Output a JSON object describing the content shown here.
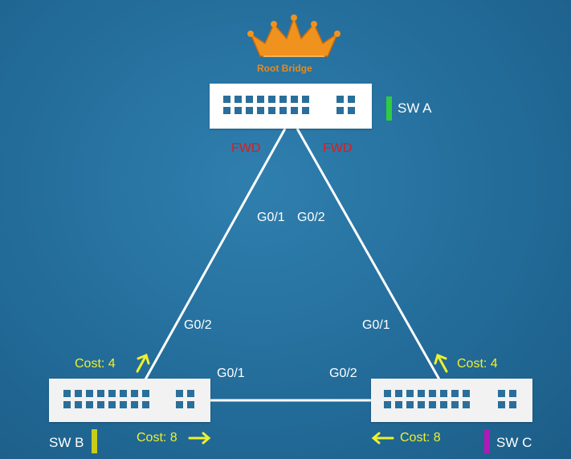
{
  "root_bridge": {
    "label": "Root Bridge",
    "crown_icon": "crown-icon",
    "color": "#e88a1c"
  },
  "switches": {
    "a": {
      "name": "SW A",
      "color": "#2ecc40"
    },
    "b": {
      "name": "SW B",
      "color": "#c8cc1a"
    },
    "c": {
      "name": "SW C",
      "color": "#b019b7"
    }
  },
  "ports": {
    "a_g01": "G0/1",
    "a_g02": "G0/2",
    "b_g02": "G0/2",
    "b_g01": "G0/1",
    "c_g01": "G0/1",
    "c_g02": "G0/2"
  },
  "states": {
    "a_g01": "FWD",
    "a_g02": "FWD"
  },
  "costs": {
    "b_to_a": "Cost: 4",
    "c_to_a": "Cost: 4",
    "b_via_c": "Cost: 8",
    "c_via_b": "Cost: 8"
  },
  "colors": {
    "state_red": "#e21a1a",
    "cost_yellow": "#eef030",
    "link_white": "#ffffff"
  }
}
